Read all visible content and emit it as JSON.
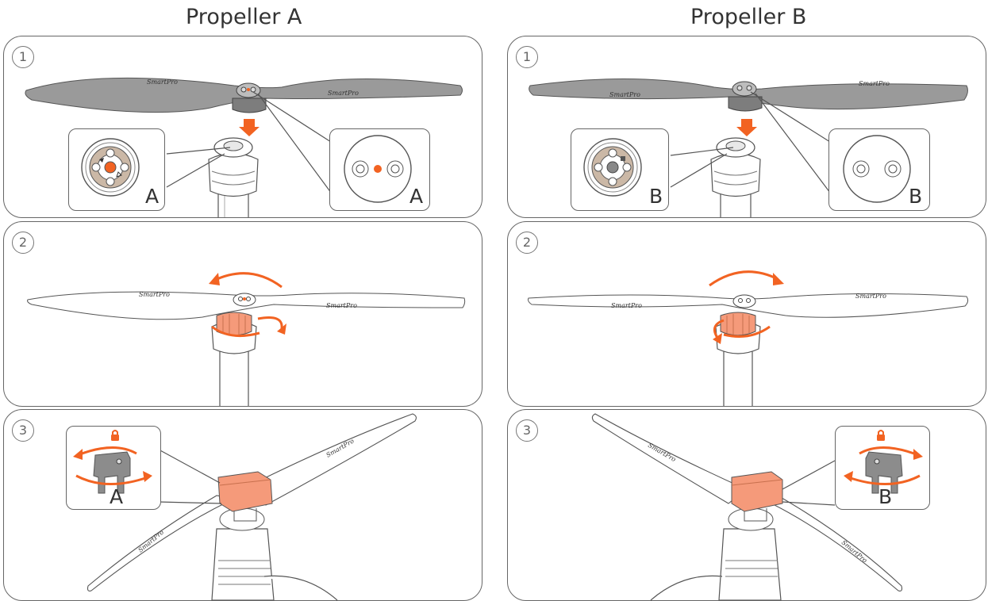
{
  "columns": [
    {
      "title": "Propeller A",
      "steps": [
        "1",
        "2",
        "3"
      ],
      "step1": {
        "left_inset_label": "A",
        "right_inset_label": "A"
      },
      "step3": {
        "inset_label": "A"
      }
    },
    {
      "title": "Propeller B",
      "steps": [
        "1",
        "2",
        "3"
      ],
      "step1": {
        "left_inset_label": "B",
        "right_inset_label": "B"
      },
      "step3": {
        "inset_label": "B"
      }
    }
  ],
  "brand_text": "SmartPro",
  "colors": {
    "accent_orange": "#f26322",
    "accent_light_orange": "#f59a7a",
    "blade_gray": "#9a9a9a",
    "outline": "#555555"
  },
  "icons": [
    "lock-icon",
    "rotate-arrow-icon",
    "down-arrow-icon"
  ]
}
